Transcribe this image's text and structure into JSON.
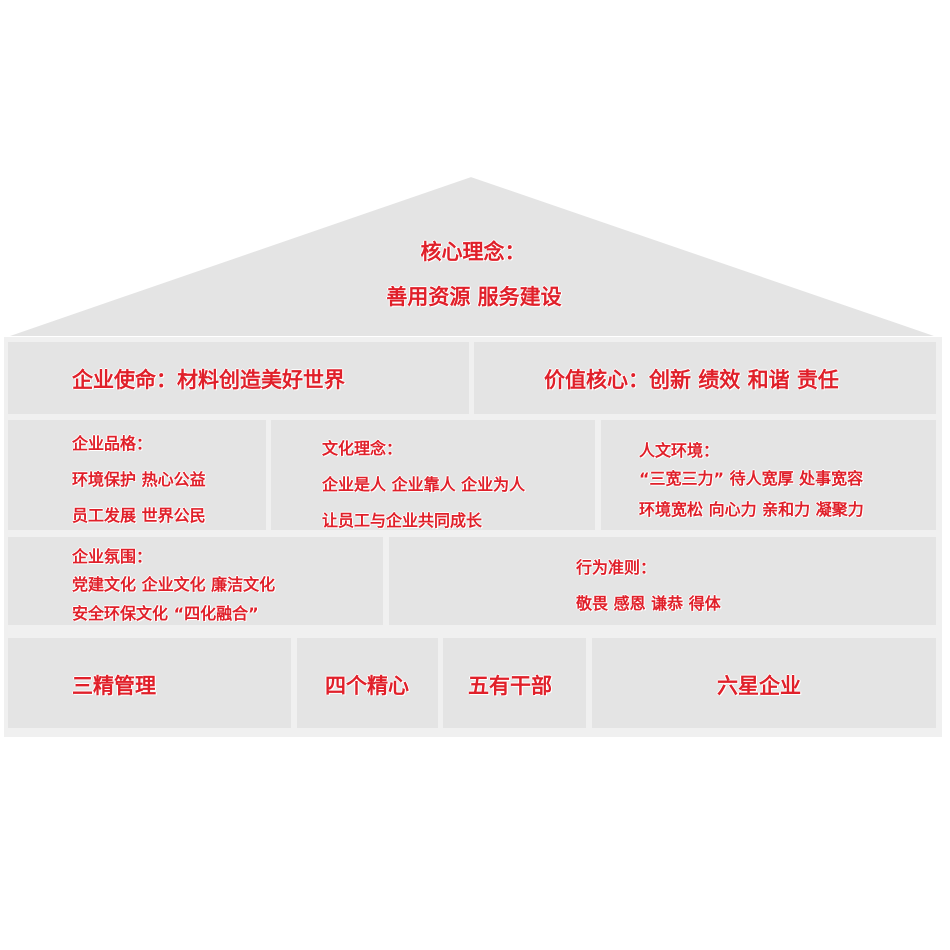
{
  "roof": {
    "title": "核心理念：",
    "subtitle": "善用资源 服务建设"
  },
  "row1": {
    "mission": "企业使命：材料创造美好世界",
    "values": "价值核心：创新 绩效 和谐 责任"
  },
  "row2": {
    "character": {
      "title": "企业品格：",
      "line1": "环境保护 热心公益",
      "line2": "员工发展 世界公民"
    },
    "culture": {
      "title": "文化理念：",
      "line1": "企业是人 企业靠人 企业为人",
      "line2": "让员工与企业共同成长"
    },
    "environment": {
      "title": "人文环境：",
      "line1": "“三宽三力” 待人宽厚 处事宽容",
      "line2": "环境宽松 向心力 亲和力 凝聚力"
    }
  },
  "row3": {
    "atmosphere": {
      "title": "企业氛围：",
      "line1": "党建文化 企业文化 廉洁文化",
      "line2": "安全环保文化 “四化融合”"
    },
    "conduct": {
      "title": "行为准则：",
      "line1": "敬畏 感恩 谦恭 得体"
    }
  },
  "foundation": {
    "items": [
      "三精管理",
      "四个精心",
      "五有干部",
      "六星企业"
    ]
  },
  "colors": {
    "cell": "#e4e4e4",
    "text": "#e0202a",
    "background": "#ffffff"
  }
}
